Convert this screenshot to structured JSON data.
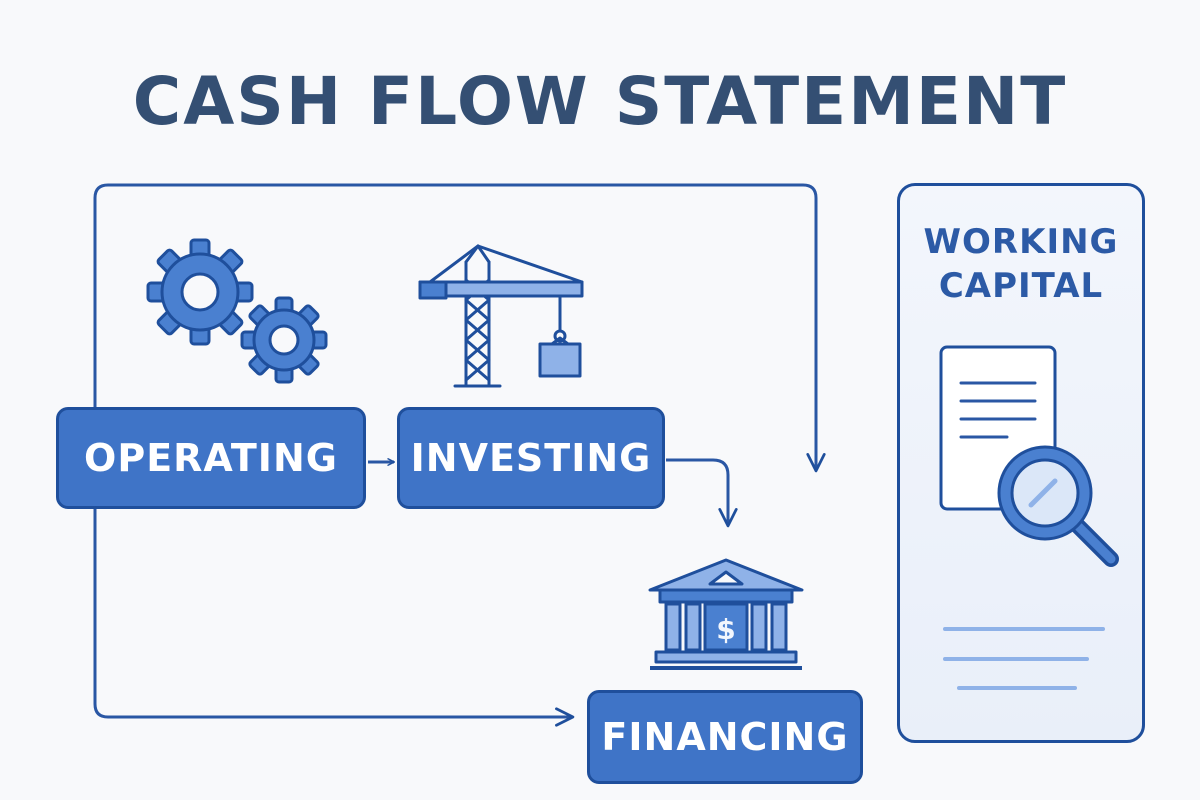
{
  "title": "CASH FLOW STATEMENT",
  "nodes": {
    "operating": "OPERATING",
    "investing": "INVESTING",
    "financing": "FINANCING"
  },
  "working_capital": {
    "line1": "WORKING",
    "line2": "CAPITAL"
  },
  "icons": {
    "operating": "gears-icon",
    "investing": "crane-icon",
    "financing": "bank-dollar-icon",
    "working_capital": "document-magnifier-icon"
  },
  "colors": {
    "title": "#344f73",
    "node_fill": "#3f74c7",
    "node_border": "#1f4f9c",
    "icon_light": "#8fb2e8",
    "accent": "#2c5aa6"
  }
}
